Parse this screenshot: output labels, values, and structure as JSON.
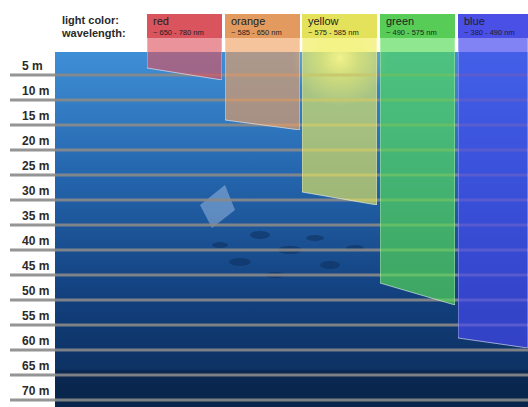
{
  "diagram": {
    "nodes": [
      {
        "text": [
          "red",
          "~ 650 - 780 nm"
        ]
      },
      {
        "text": [
          "orange",
          "~ 585 - 650 nm"
        ]
      },
      {
        "text": [
          "yellow",
          "~ 575 - 585 nm"
        ]
      },
      {
        "text": [
          "green",
          "~ 490 - 575 nm"
        ]
      },
      {
        "text": [
          "blue",
          "~ 380 - 490 nm"
        ]
      }
    ],
    "labels": [
      "light color:",
      "wavelength:",
      "5 m",
      "10 m",
      "15 m",
      "20 m",
      "25 m",
      "30 m",
      "35 m",
      "40 m",
      "45 m",
      "50 m",
      "55 m",
      "60 m",
      "65 m",
      "70 m"
    ]
  }
}
